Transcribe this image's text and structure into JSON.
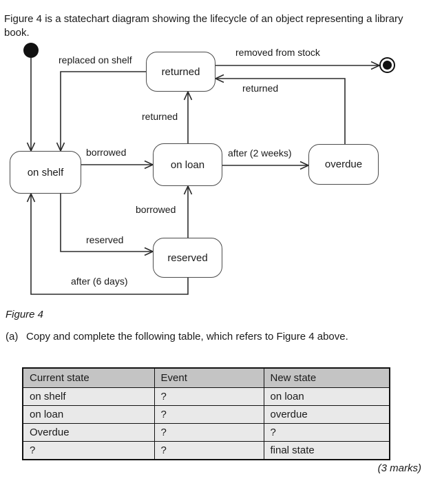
{
  "intro": "Figure 4 is a statechart diagram showing the lifecycle of an object representing a library book.",
  "diagram": {
    "states": {
      "on_shelf": "on shelf",
      "returned": "returned",
      "on_loan": "on loan",
      "overdue": "overdue",
      "reserved": "reserved"
    },
    "transitions": {
      "replaced_on_shelf": "replaced on shelf",
      "removed_from_stock": "removed from stock",
      "returned_from_overdue": "returned",
      "returned_from_on_loan": "returned",
      "borrowed_from_shelf": "borrowed",
      "after_2_weeks": "after (2 weeks)",
      "borrowed_from_reserved": "borrowed",
      "reserved_event": "reserved",
      "after_6_days": "after (6 days)"
    }
  },
  "figure_caption": "Figure 4",
  "question": {
    "prefix": "(a)",
    "text": "Copy and complete the following table, which refers to Figure 4 above."
  },
  "table": {
    "headers": [
      "Current state",
      "Event",
      "New state"
    ],
    "rows": [
      [
        "on shelf",
        "?",
        "on loan"
      ],
      [
        "on loan",
        "?",
        "overdue"
      ],
      [
        "Overdue",
        "?",
        "?"
      ],
      [
        "?",
        "?",
        "final state"
      ]
    ]
  },
  "marks": "(3 marks)",
  "colors": {
    "line": "#2b2b2b",
    "state_border": "#4a4a4a",
    "table_header_bg": "#c4c4c4",
    "table_row_bg": "#e9e9e9",
    "text": "#1a1a1a"
  }
}
